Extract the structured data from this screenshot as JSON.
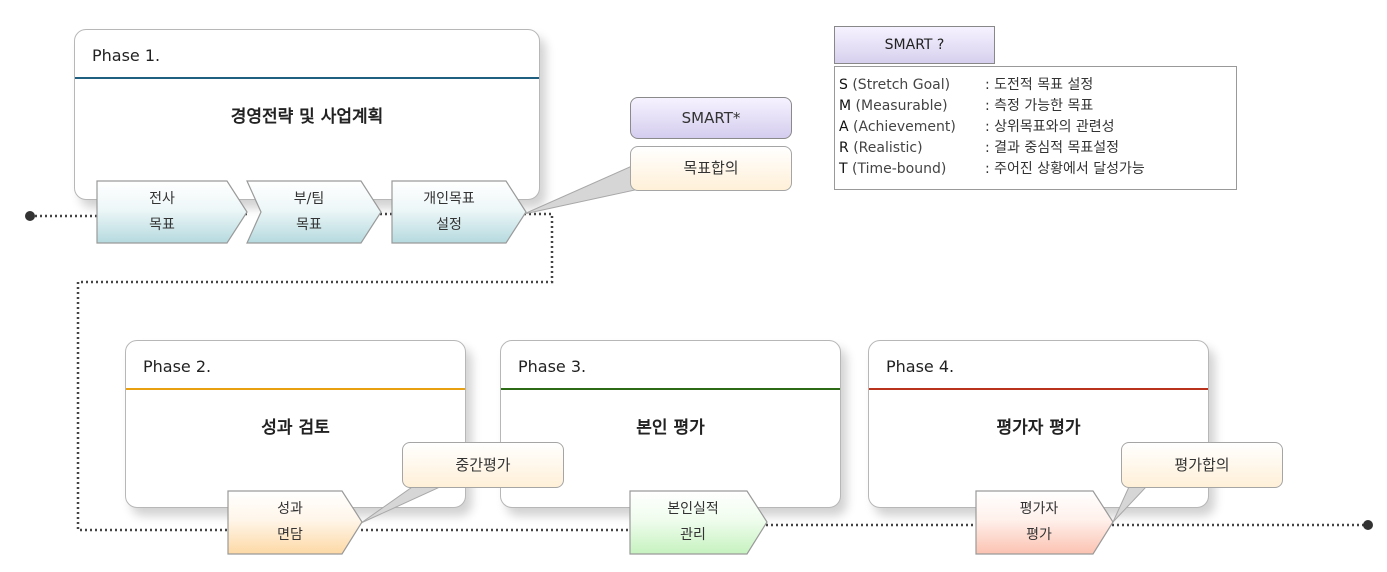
{
  "phases": [
    {
      "title": "Phase 1.",
      "body": "경영전략 및 사업계획",
      "line_color": "#1f5f80"
    },
    {
      "title": "Phase 2.",
      "body": "성과 검토",
      "line_color": "#e8a010"
    },
    {
      "title": "Phase 3.",
      "body": "본인 평가",
      "line_color": "#2d6a16"
    },
    {
      "title": "Phase 4.",
      "body": "평가자 평가",
      "line_color": "#b8321c"
    }
  ],
  "steps": [
    {
      "line1": "전사",
      "line2": "목표"
    },
    {
      "line1": "부/팀",
      "line2": "목표"
    },
    {
      "line1": "개인목표",
      "line2": "설정"
    },
    {
      "line1": "성과",
      "line2": "면담"
    },
    {
      "line1": "본인실적",
      "line2": "관리"
    },
    {
      "line1": "평가자",
      "line2": "평가"
    }
  ],
  "callouts": {
    "smart_star": "SMART*",
    "goal_agreement": "목표합의",
    "mid_eval": "중간평가",
    "eval_agreement": "평가합의"
  },
  "smart_legend": {
    "title": "SMART ?",
    "rows": [
      {
        "letter": "S",
        "term": "(Stretch Goal)",
        "desc": ": 도전적 목표 설정"
      },
      {
        "letter": "M",
        "term": "(Measurable)",
        "desc": ": 측정 가능한 목표"
      },
      {
        "letter": "A",
        "term": "(Achievement)",
        "desc": ": 상위목표와의 관련성"
      },
      {
        "letter": "R",
        "term": "(Realistic)",
        "desc": ": 결과 중심적 목표설정"
      },
      {
        "letter": "T",
        "term": "(Time-bound)",
        "desc": ": 주어진 상황에서 달성가능"
      }
    ]
  },
  "colors": {
    "teal_chevron": "#bfdfe3",
    "orange_chevron": "#fde3bd",
    "green_chevron": "#d4f5cf",
    "red_chevron": "#fcd3c7",
    "callout_fill": "#fff3de",
    "smart_star_fill": "#ddd6f0"
  }
}
